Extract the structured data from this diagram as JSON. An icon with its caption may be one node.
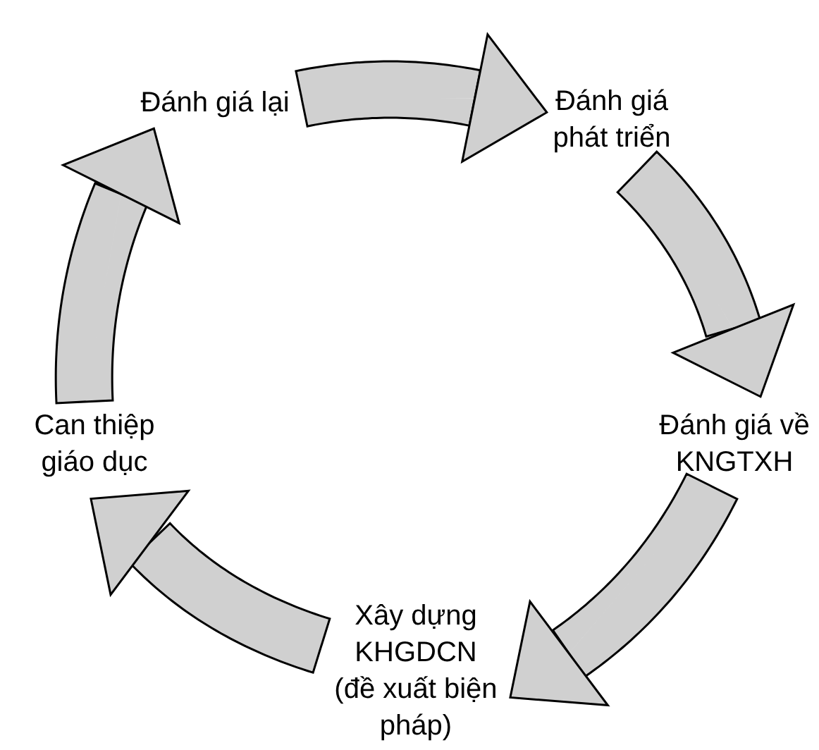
{
  "diagram": {
    "nodes": [
      {
        "text": [
          "Đánh giá lại"
        ]
      },
      {
        "text": [
          "Đánh giá phát triển"
        ]
      },
      {
        "text": [
          "Đánh giá về KNGTXH"
        ]
      },
      {
        "text": [
          "Xây dựng KHGDCN (đề xuất biện pháp)"
        ]
      },
      {
        "text": [
          "Can thiệp giáo dục"
        ]
      }
    ],
    "edges": [
      {
        "from": 0,
        "to": 1,
        "arrow": "to"
      },
      {
        "from": 1,
        "to": 2,
        "arrow": "to"
      },
      {
        "from": 2,
        "to": 3,
        "arrow": "to"
      },
      {
        "from": 3,
        "to": 4,
        "arrow": "to"
      },
      {
        "from": 4,
        "to": 0,
        "arrow": "to"
      }
    ]
  }
}
